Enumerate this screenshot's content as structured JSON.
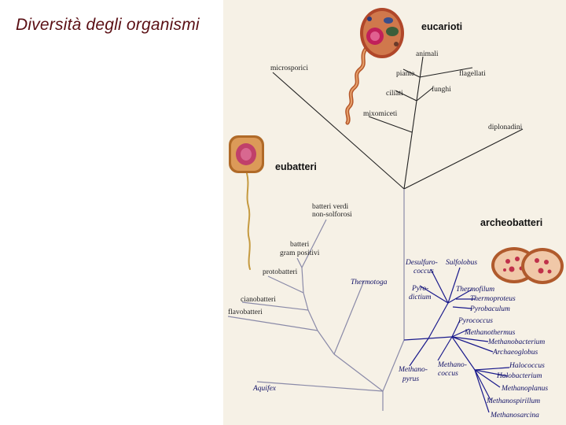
{
  "title": "Diversità degli organismi",
  "colors": {
    "title": "#5a0f14",
    "panel": "#f6f1e6",
    "eukaryote_branch": "#222222",
    "bacteria_branch": "#8a8aa8",
    "archaea_branch": "#1a1a8c"
  },
  "domains": {
    "eucarioti": "eucarioti",
    "eubatteri": "eubatteri",
    "archeobatteri": "archeobatteri"
  },
  "eukaryote_labels": {
    "animali": "animali",
    "piante": "piante",
    "flagellati": "flagellati",
    "microsporici": "microsporici",
    "ciliati": "ciliati",
    "funghi": "funghi",
    "mixomiceti": "mixomiceti",
    "diplomadini": "diplonadini"
  },
  "bacteria_labels": {
    "batteri_verdi_1": "batteri verdi",
    "batteri_verdi_2": "non-solforosi",
    "gram_1": "batteri",
    "gram_2": "gram positivi",
    "protobatteri": "protobatteri",
    "thermotoga": "Thermotoga",
    "cianobatteri": "cianobatteri",
    "flavobatteri": "flavobatteri",
    "aquifex": "Aquifex"
  },
  "archaea_labels": {
    "desulfuro_1": "Desulfuro-",
    "desulfuro_2": "coccus",
    "sulfolobus": "Sulfolobus",
    "pyrodictium_1": "Pyro-",
    "pyrodictium_2": "dictium",
    "thermofilum": "Thermofilum",
    "thermoproteus": "Thermoproteus",
    "pyrobaculum": "Pyrobaculum",
    "pyrococcus": "Pyrococcus",
    "methanothermus": "Methanothermus",
    "methanobacterium": "Methanobacterium",
    "archaeoglobus": "Archaeoglobus",
    "methanococcus_1": "Methano-",
    "methanococcus_2": "coccus",
    "methanopyrus_1": "Methano-",
    "methanopyrus_2": "pyrus",
    "halococcus": "Halococcus",
    "halobacterium": "Halobacterium",
    "methanoplanus": "Methanoplanus",
    "methanospirillum": "Methanospirillum",
    "methanosarcina": "Methanosarcina"
  }
}
